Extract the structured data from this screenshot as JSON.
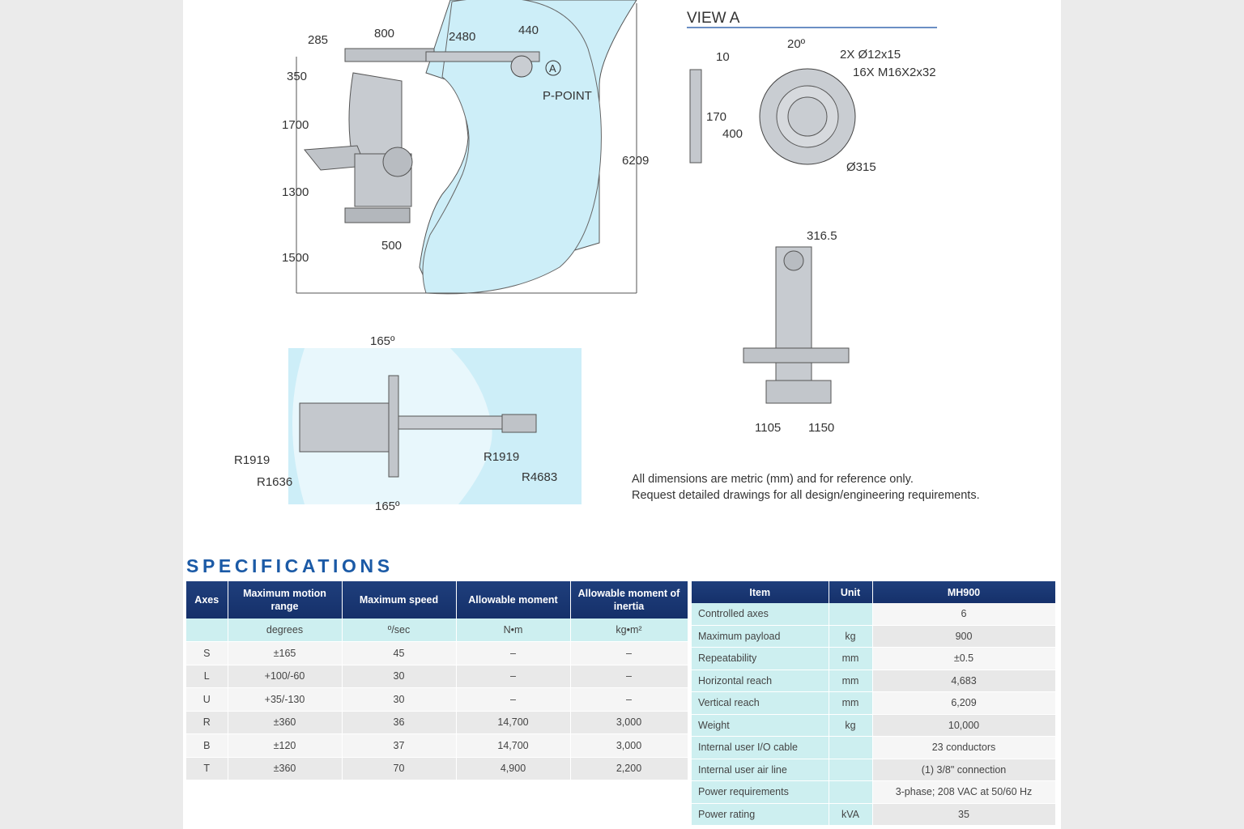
{
  "drawing": {
    "side_view": {
      "dims_top": [
        "285",
        "800",
        "2480",
        "440"
      ],
      "dims_left": [
        "350",
        "1700",
        "1300",
        "1500"
      ],
      "dim_base": "500",
      "dim_height": "6209",
      "point_label": "P-POINT",
      "view_marker": "A"
    },
    "view_a": {
      "title": "VIEW A",
      "dims": [
        "10",
        "170",
        "400",
        "20º",
        "2X Ø12x15",
        "16X M16X2x32",
        "Ø315"
      ]
    },
    "front_view": {
      "dims": [
        "316.5",
        "1105",
        "1150"
      ]
    },
    "top_view": {
      "angle_top": "165º",
      "angle_bottom": "165º",
      "radii": [
        "R1919",
        "R1636",
        "R1919",
        "R4683"
      ]
    }
  },
  "note_lines": [
    "All dimensions are metric (mm) and for reference only.",
    "Request detailed drawings for all design/engineering requirements."
  ],
  "specifications": {
    "title": "SPECIFICATIONS",
    "axes_table": {
      "headers": [
        "Axes",
        "Maximum motion range",
        "Maximum speed",
        "Allowable moment",
        "Allowable moment of inertia"
      ],
      "units": [
        "",
        "degrees",
        "º/sec",
        "N•m",
        "kg•m²"
      ],
      "rows": [
        [
          "S",
          "±165",
          "45",
          "–",
          "–"
        ],
        [
          "L",
          "+100/-60",
          "30",
          "–",
          "–"
        ],
        [
          "U",
          "+35/-130",
          "30",
          "–",
          "–"
        ],
        [
          "R",
          "±360",
          "36",
          "14,700",
          "3,000"
        ],
        [
          "B",
          "±120",
          "37",
          "14,700",
          "3,000"
        ],
        [
          "T",
          "±360",
          "70",
          "4,900",
          "2,200"
        ]
      ]
    },
    "item_table": {
      "headers": [
        "Item",
        "Unit",
        "MH900"
      ],
      "rows": [
        [
          "Controlled axes",
          "",
          "6"
        ],
        [
          "Maximum payload",
          "kg",
          "900"
        ],
        [
          "Repeatability",
          "mm",
          "±0.5"
        ],
        [
          "Horizontal reach",
          "mm",
          "4,683"
        ],
        [
          "Vertical reach",
          "mm",
          "6,209"
        ],
        [
          "Weight",
          "kg",
          "10,000"
        ],
        [
          "Internal user I/O cable",
          "",
          "23 conductors"
        ],
        [
          "Internal user air line",
          "",
          "(1) 3/8\" connection"
        ],
        [
          "Power requirements",
          "",
          "3-phase; 208 VAC at 50/60 Hz"
        ],
        [
          "Power rating",
          "kVA",
          "35"
        ]
      ]
    }
  },
  "colors": {
    "envelope": "#cdeef8",
    "header_blue": "#1a3a78",
    "title_blue": "#1b5aa6",
    "unit_row": "#cdeff0"
  }
}
